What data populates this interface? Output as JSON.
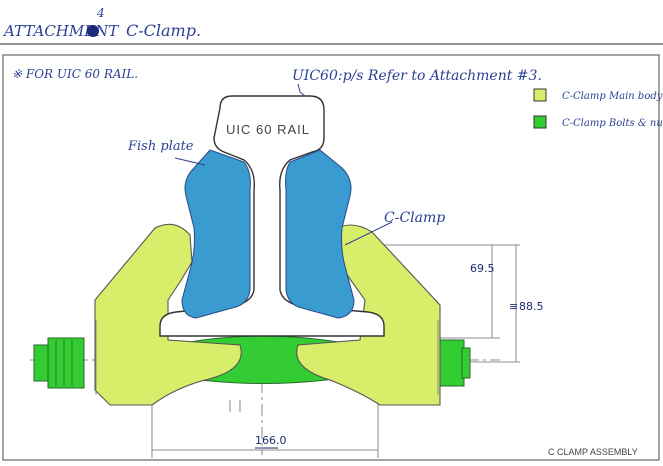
{
  "header": {
    "prefix": "ATTACHMENT",
    "number": "4",
    "suffix": "C-Clamp."
  },
  "notes": {
    "rail_note": "※ FOR UIC 60 RAIL.",
    "refer_note": "UIC60:p/s Refer to Attachment #3.",
    "rail_label": "UIC 60 RAIL",
    "fish_plate": "Fish plate",
    "c_clamp": "C-Clamp"
  },
  "legend": {
    "items": [
      {
        "label": "C-Clamp Main body",
        "color": "#d8ee6a"
      },
      {
        "label": "C-Clamp Bolts & nut",
        "color": "#33cc33"
      }
    ]
  },
  "dimensions": {
    "height_inner": "69.5",
    "height_outer": "88.5",
    "width": "166.0"
  },
  "footer": {
    "title": "C CLAMP ASSEMBLY"
  },
  "colors": {
    "clamp_body": "#d8ee6a",
    "bolts": "#33cc33",
    "fish_plate": "#3a9bd0",
    "ink": "#2b3f95",
    "line": "#555555"
  }
}
